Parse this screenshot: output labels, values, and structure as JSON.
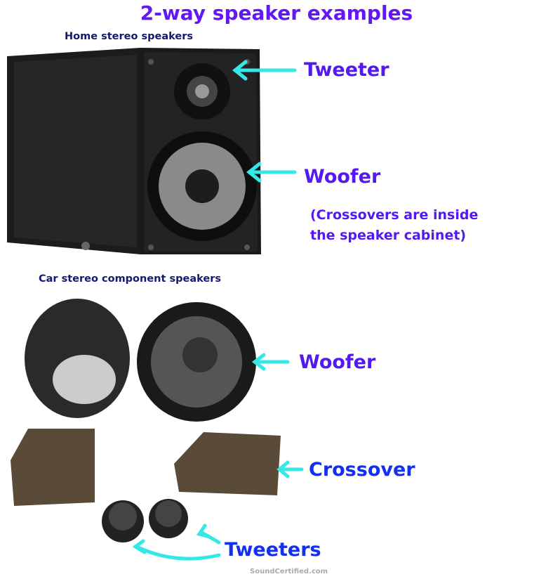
{
  "title": "2-way speaker examples",
  "home": {
    "heading": "Home stereo speakers",
    "tweeter": "Tweeter",
    "woofer": "Woofer",
    "note_line1": "(Crossovers are inside",
    "note_line2": "the speaker cabinet)"
  },
  "car": {
    "heading": "Car stereo component speakers",
    "woofer": "Woofer",
    "crossover": "Crossover",
    "tweeters": "Tweeters"
  },
  "watermark": "SoundCertified.com",
  "colors": {
    "title": "#6417f5",
    "heading": "#141a70",
    "label": "#5518f0",
    "label_alt": "#1330f0",
    "arrow": "#35e8e8"
  }
}
